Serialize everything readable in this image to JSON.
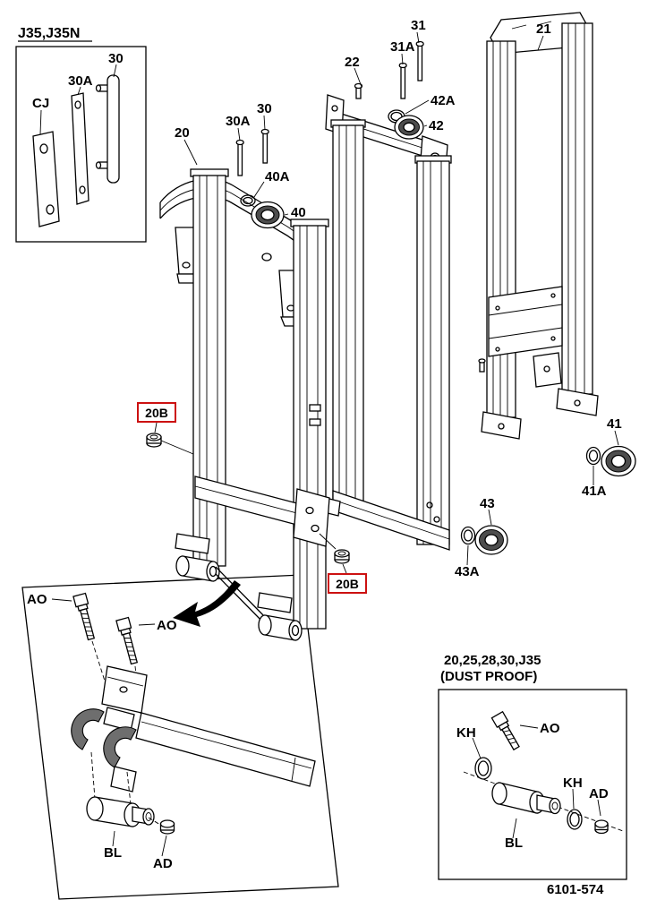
{
  "colors": {
    "line": "#000000",
    "highlight": "#cc1111",
    "shade": "#4d4d4d"
  },
  "drawing_number": "6101-574",
  "inset_j35": {
    "title": "J35,J35N",
    "labels": {
      "cj": "CJ",
      "p30a": "30A",
      "p30": "30"
    }
  },
  "parts": {
    "p20": "20",
    "p20b": "20B",
    "p21": "21",
    "p22": "22",
    "p30": "30",
    "p30a": "30A",
    "p31": "31",
    "p31a": "31A",
    "p40": "40",
    "p40a": "40A",
    "p41": "41",
    "p41a": "41A",
    "p42": "42",
    "p42a": "42A",
    "p43": "43",
    "p43a": "43A"
  },
  "inset_detail": {
    "labels": {
      "ao": "AO",
      "bl": "BL",
      "ad": "AD"
    }
  },
  "inset_dustproof": {
    "title_line1": "20,25,28,30,J35",
    "title_line2": "(DUST PROOF)",
    "labels": {
      "kh": "KH",
      "ao": "AO",
      "bl": "BL",
      "ad": "AD"
    }
  }
}
